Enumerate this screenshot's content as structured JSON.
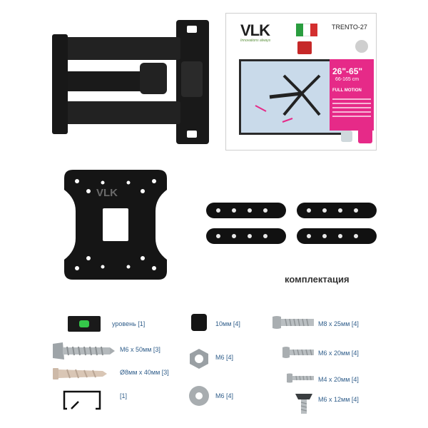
{
  "box": {
    "brand": "VLK",
    "tagline": "Innovations always",
    "model": "TRENTO-27",
    "size_range": "26\"-65\"",
    "size_cm": "66-165 cm",
    "motion": "FULL MOTION"
  },
  "plate_logo": "VLK",
  "section_title": "комплектация",
  "parts": [
    {
      "label": "уровень [1]"
    },
    {
      "label": "M6 x 50мм [3]"
    },
    {
      "label": "Ø8мм x 40мм [3]"
    },
    {
      "label": "[1]"
    },
    {
      "label": "10мм [4]"
    },
    {
      "label": "M6 [4]"
    },
    {
      "label": "M6 [4]"
    },
    {
      "label": "M8 x 25мм [4]"
    },
    {
      "label": "M6 x 20мм [4]"
    },
    {
      "label": "M4 x 20мм [4]"
    },
    {
      "label": "M6 x 12мм [4]"
    }
  ],
  "colors": {
    "accent_pink": "#e62a88",
    "metal_black": "#1b1b1b",
    "label_blue": "#2f5d8a"
  }
}
